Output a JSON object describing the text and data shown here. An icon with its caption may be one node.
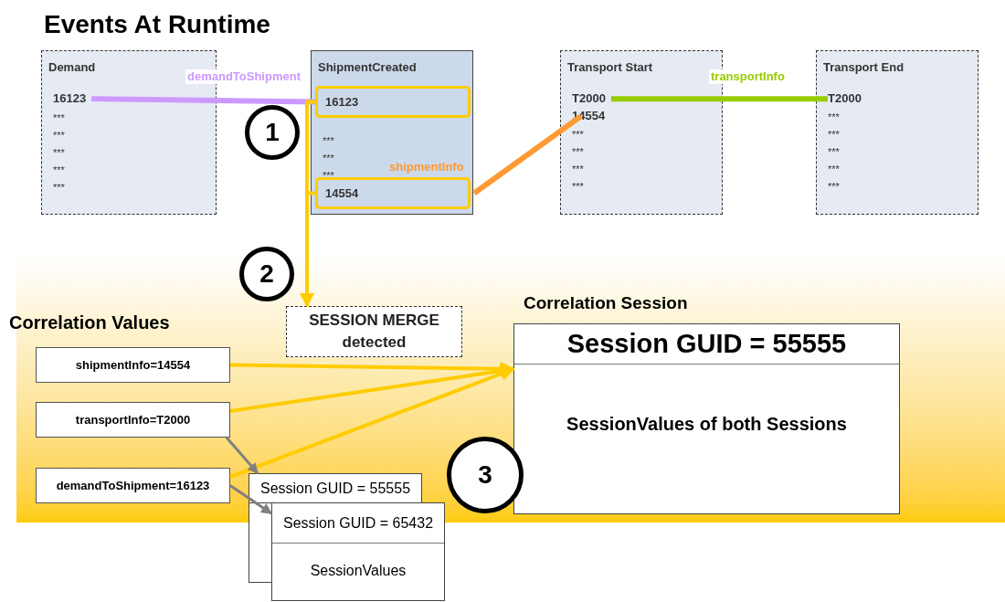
{
  "diagram": {
    "title": "Events At Runtime",
    "nodes": [
      {
        "text": [
          "Demand",
          "***",
          "***",
          "***",
          "***",
          "***"
        ]
      },
      {
        "text": [
          "16123"
        ],
        "in": 0
      },
      {
        "text": [
          "ShipmentCreated",
          "***",
          "***",
          "***"
        ]
      },
      {
        "text": [
          "16123"
        ],
        "in": 2
      },
      {
        "text": [
          "14554"
        ],
        "in": 2
      },
      {
        "text": [
          "Transport Start",
          "***",
          "***",
          "***",
          "***"
        ]
      },
      {
        "text": [
          "T2000"
        ],
        "in": 5
      },
      {
        "text": [
          "14554"
        ],
        "in": 5
      },
      {
        "text": [
          "Transport End",
          "***",
          "***",
          "***",
          "***",
          "***"
        ]
      },
      {
        "text": [
          "T2000"
        ],
        "in": 8
      },
      {
        "text": [
          "1"
        ]
      },
      {
        "text": [
          "2"
        ]
      },
      {
        "text": [
          "SESSION MERGE detected"
        ]
      },
      {
        "text": [
          "shipmentInfo=14554"
        ]
      },
      {
        "text": [
          "transportInfo=T2000"
        ]
      },
      {
        "text": [
          "demandToShipment=16123"
        ]
      },
      {
        "text": [
          "Correlation Session",
          "Session GUID = 55555",
          "SessionValues of both Sessions"
        ]
      },
      {
        "text": [
          "Session GUID = 55555"
        ]
      },
      {
        "text": [
          "Session GUID = 65432",
          "SessionValues"
        ]
      },
      {
        "text": [
          "3"
        ]
      }
    ],
    "edges": [
      {
        "from": 1,
        "to": 3,
        "arrow": "none",
        "label": "demandToShipment",
        "color": "#cc99ff"
      },
      {
        "from": 4,
        "to": 7,
        "arrow": "none",
        "label": "shipmentInfo",
        "color": "#ff9933"
      },
      {
        "from": 6,
        "to": 9,
        "arrow": "none",
        "label": "transportInfo",
        "color": "#99cc00"
      },
      {
        "from": 3,
        "to": 12,
        "arrow": "to"
      },
      {
        "from": 4,
        "to": 12,
        "arrow": "to"
      },
      {
        "from": 13,
        "to": 16,
        "arrow": "to"
      },
      {
        "from": 14,
        "to": 16,
        "arrow": "to"
      },
      {
        "from": 15,
        "to": 16,
        "arrow": "to"
      },
      {
        "from": 14,
        "to": 17,
        "arrow": "to",
        "color": "#808080"
      },
      {
        "from": 15,
        "to": 18,
        "arrow": "to",
        "color": "#808080"
      }
    ],
    "labels": [
      "Correlation Values"
    ]
  }
}
